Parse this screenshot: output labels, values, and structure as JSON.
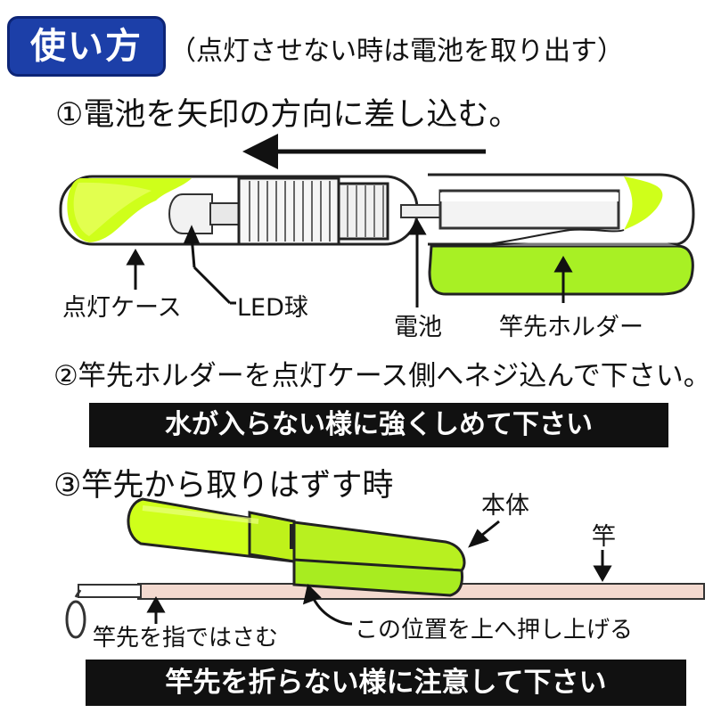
{
  "header": {
    "badge": "使い方",
    "subtitle": "（点灯させない時は電池を取り出す）"
  },
  "step1": {
    "text": "①電池を矢印の方向に差し込む。",
    "labels": {
      "case": "点灯ケース",
      "led": "LED球",
      "battery": "電池",
      "holder": "竿先ホルダー"
    }
  },
  "step2": {
    "text": "②竿先ホルダーを点灯ケース側へネジ込んで下さい。",
    "warning": "水が入らない様に強くしめて下さい"
  },
  "step3": {
    "text": "③竿先から取りはずす時",
    "labels": {
      "body": "本体",
      "rod": "竿",
      "pinch": "竿先を指ではさむ",
      "push": "この位置を上へ押し上げる"
    },
    "warning": "竿先を折らない様に注意して下さい"
  },
  "colors": {
    "badge": "#1c3fa8",
    "glow_green": "#cfff1a",
    "banner": "#111111"
  }
}
